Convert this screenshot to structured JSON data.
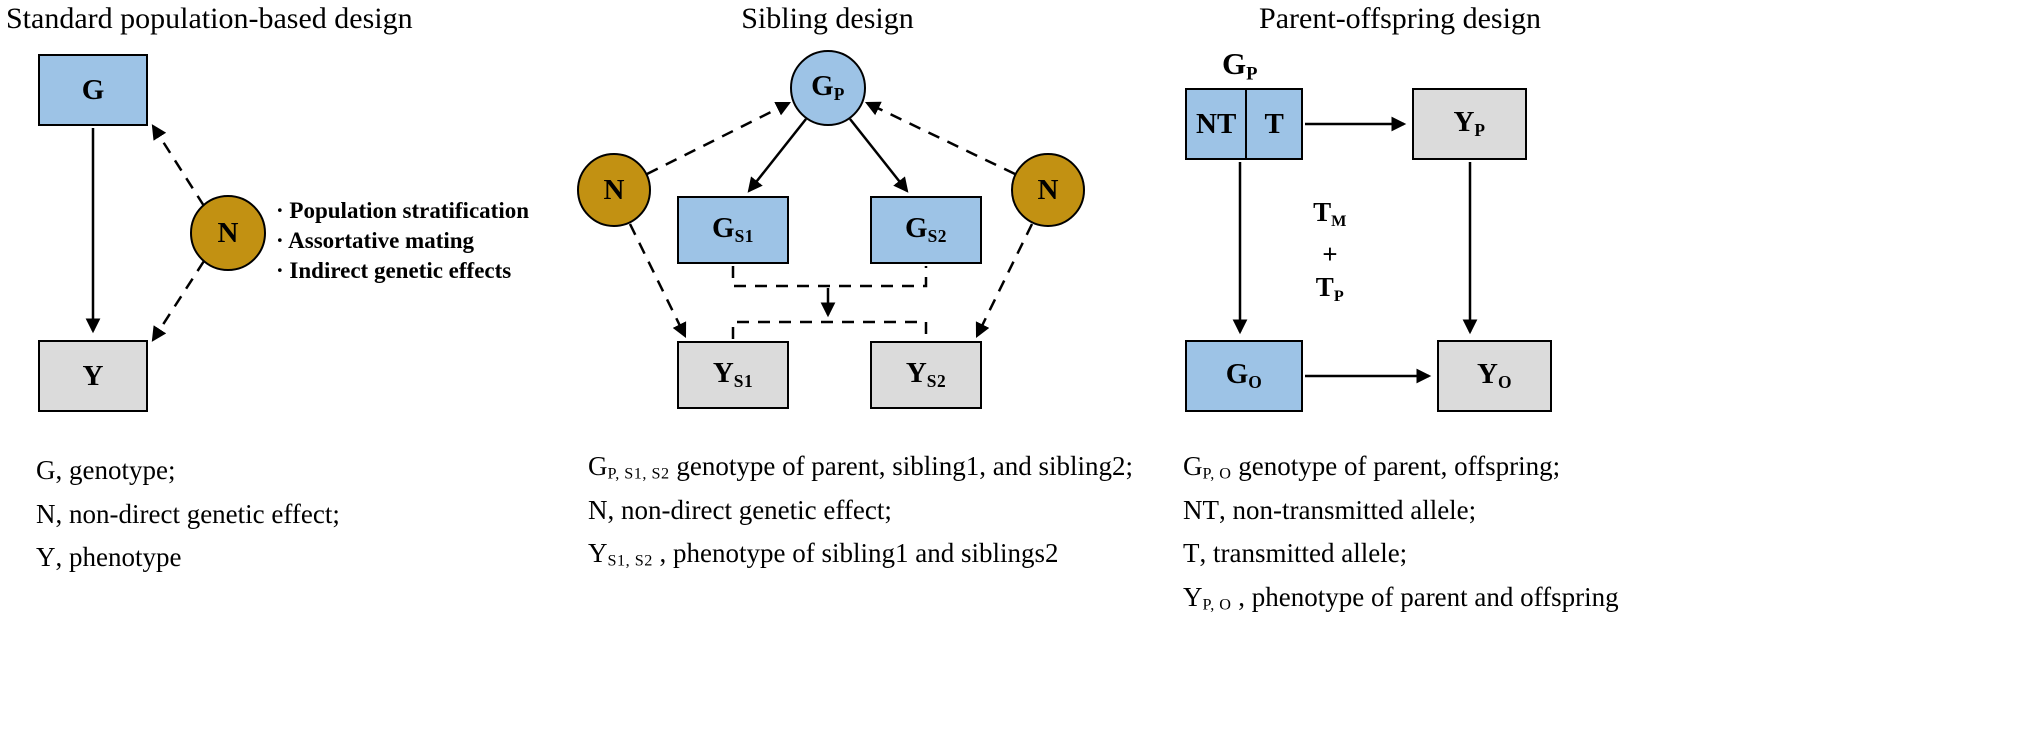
{
  "panels": {
    "population": {
      "title": "Standard population-based design",
      "nodes": {
        "g": {
          "text": "G"
        },
        "n": {
          "text": "N"
        },
        "y": {
          "text": "Y"
        }
      },
      "bullets": [
        "· Population stratification",
        "· Assortative mating",
        "· Indirect genetic effects"
      ],
      "legend": [
        {
          "pre": "G",
          "sub": "",
          "rest": ", genotype;"
        },
        {
          "pre": "N",
          "sub": "",
          "rest": ", non-direct genetic effect;"
        },
        {
          "pre": "Y",
          "sub": "",
          "rest": ", phenotype"
        }
      ]
    },
    "sibling": {
      "title": "Sibling design",
      "nodes": {
        "gp": {
          "text": "G",
          "sub": "P"
        },
        "n_left": {
          "text": "N"
        },
        "n_right": {
          "text": "N"
        },
        "gs1": {
          "text": "G",
          "sub": "S1"
        },
        "gs2": {
          "text": "G",
          "sub": "S2"
        },
        "ys1": {
          "text": "Y",
          "sub": "S1"
        },
        "ys2": {
          "text": "Y",
          "sub": "S2"
        }
      },
      "legend": [
        {
          "pre": "G",
          "sub": "P, S1, S2",
          "rest": " genotype of parent, sibling1, and sibling2;"
        },
        {
          "pre": "N",
          "sub": "",
          "rest": ", non-direct genetic effect;"
        },
        {
          "pre": "Y",
          "sub": "S1, S2",
          "rest": " , phenotype of sibling1 and siblings2"
        }
      ]
    },
    "parent_offspring": {
      "title": "Parent-offspring design",
      "gp_label": {
        "text": "G",
        "sub": "P"
      },
      "nodes": {
        "nt": {
          "text": "NT"
        },
        "t": {
          "text": "T"
        },
        "yp": {
          "text": "Y",
          "sub": "P"
        },
        "go": {
          "text": "G",
          "sub": "O"
        },
        "yo": {
          "text": "Y",
          "sub": "O"
        }
      },
      "transmission": {
        "line1": {
          "text": "T",
          "sub": "M"
        },
        "line2": "+",
        "line3": {
          "text": "T",
          "sub": "P"
        }
      },
      "legend": [
        {
          "pre": "G",
          "sub": "P, O",
          "rest": " genotype of parent, offspring;"
        },
        {
          "pre": "NT",
          "sub": "",
          "rest": ", non-transmitted allele;"
        },
        {
          "pre": "T",
          "sub": "",
          "rest": ", transmitted allele;"
        },
        {
          "pre": "Y",
          "sub": "P, O",
          "rest": " , phenotype of parent and offspring"
        }
      ]
    }
  },
  "colors": {
    "genotype_fill": "#9DC3E6",
    "phenotype_fill": "#DBDBDB",
    "non_direct_effect_fill": "#C29112",
    "border": "#000000"
  }
}
